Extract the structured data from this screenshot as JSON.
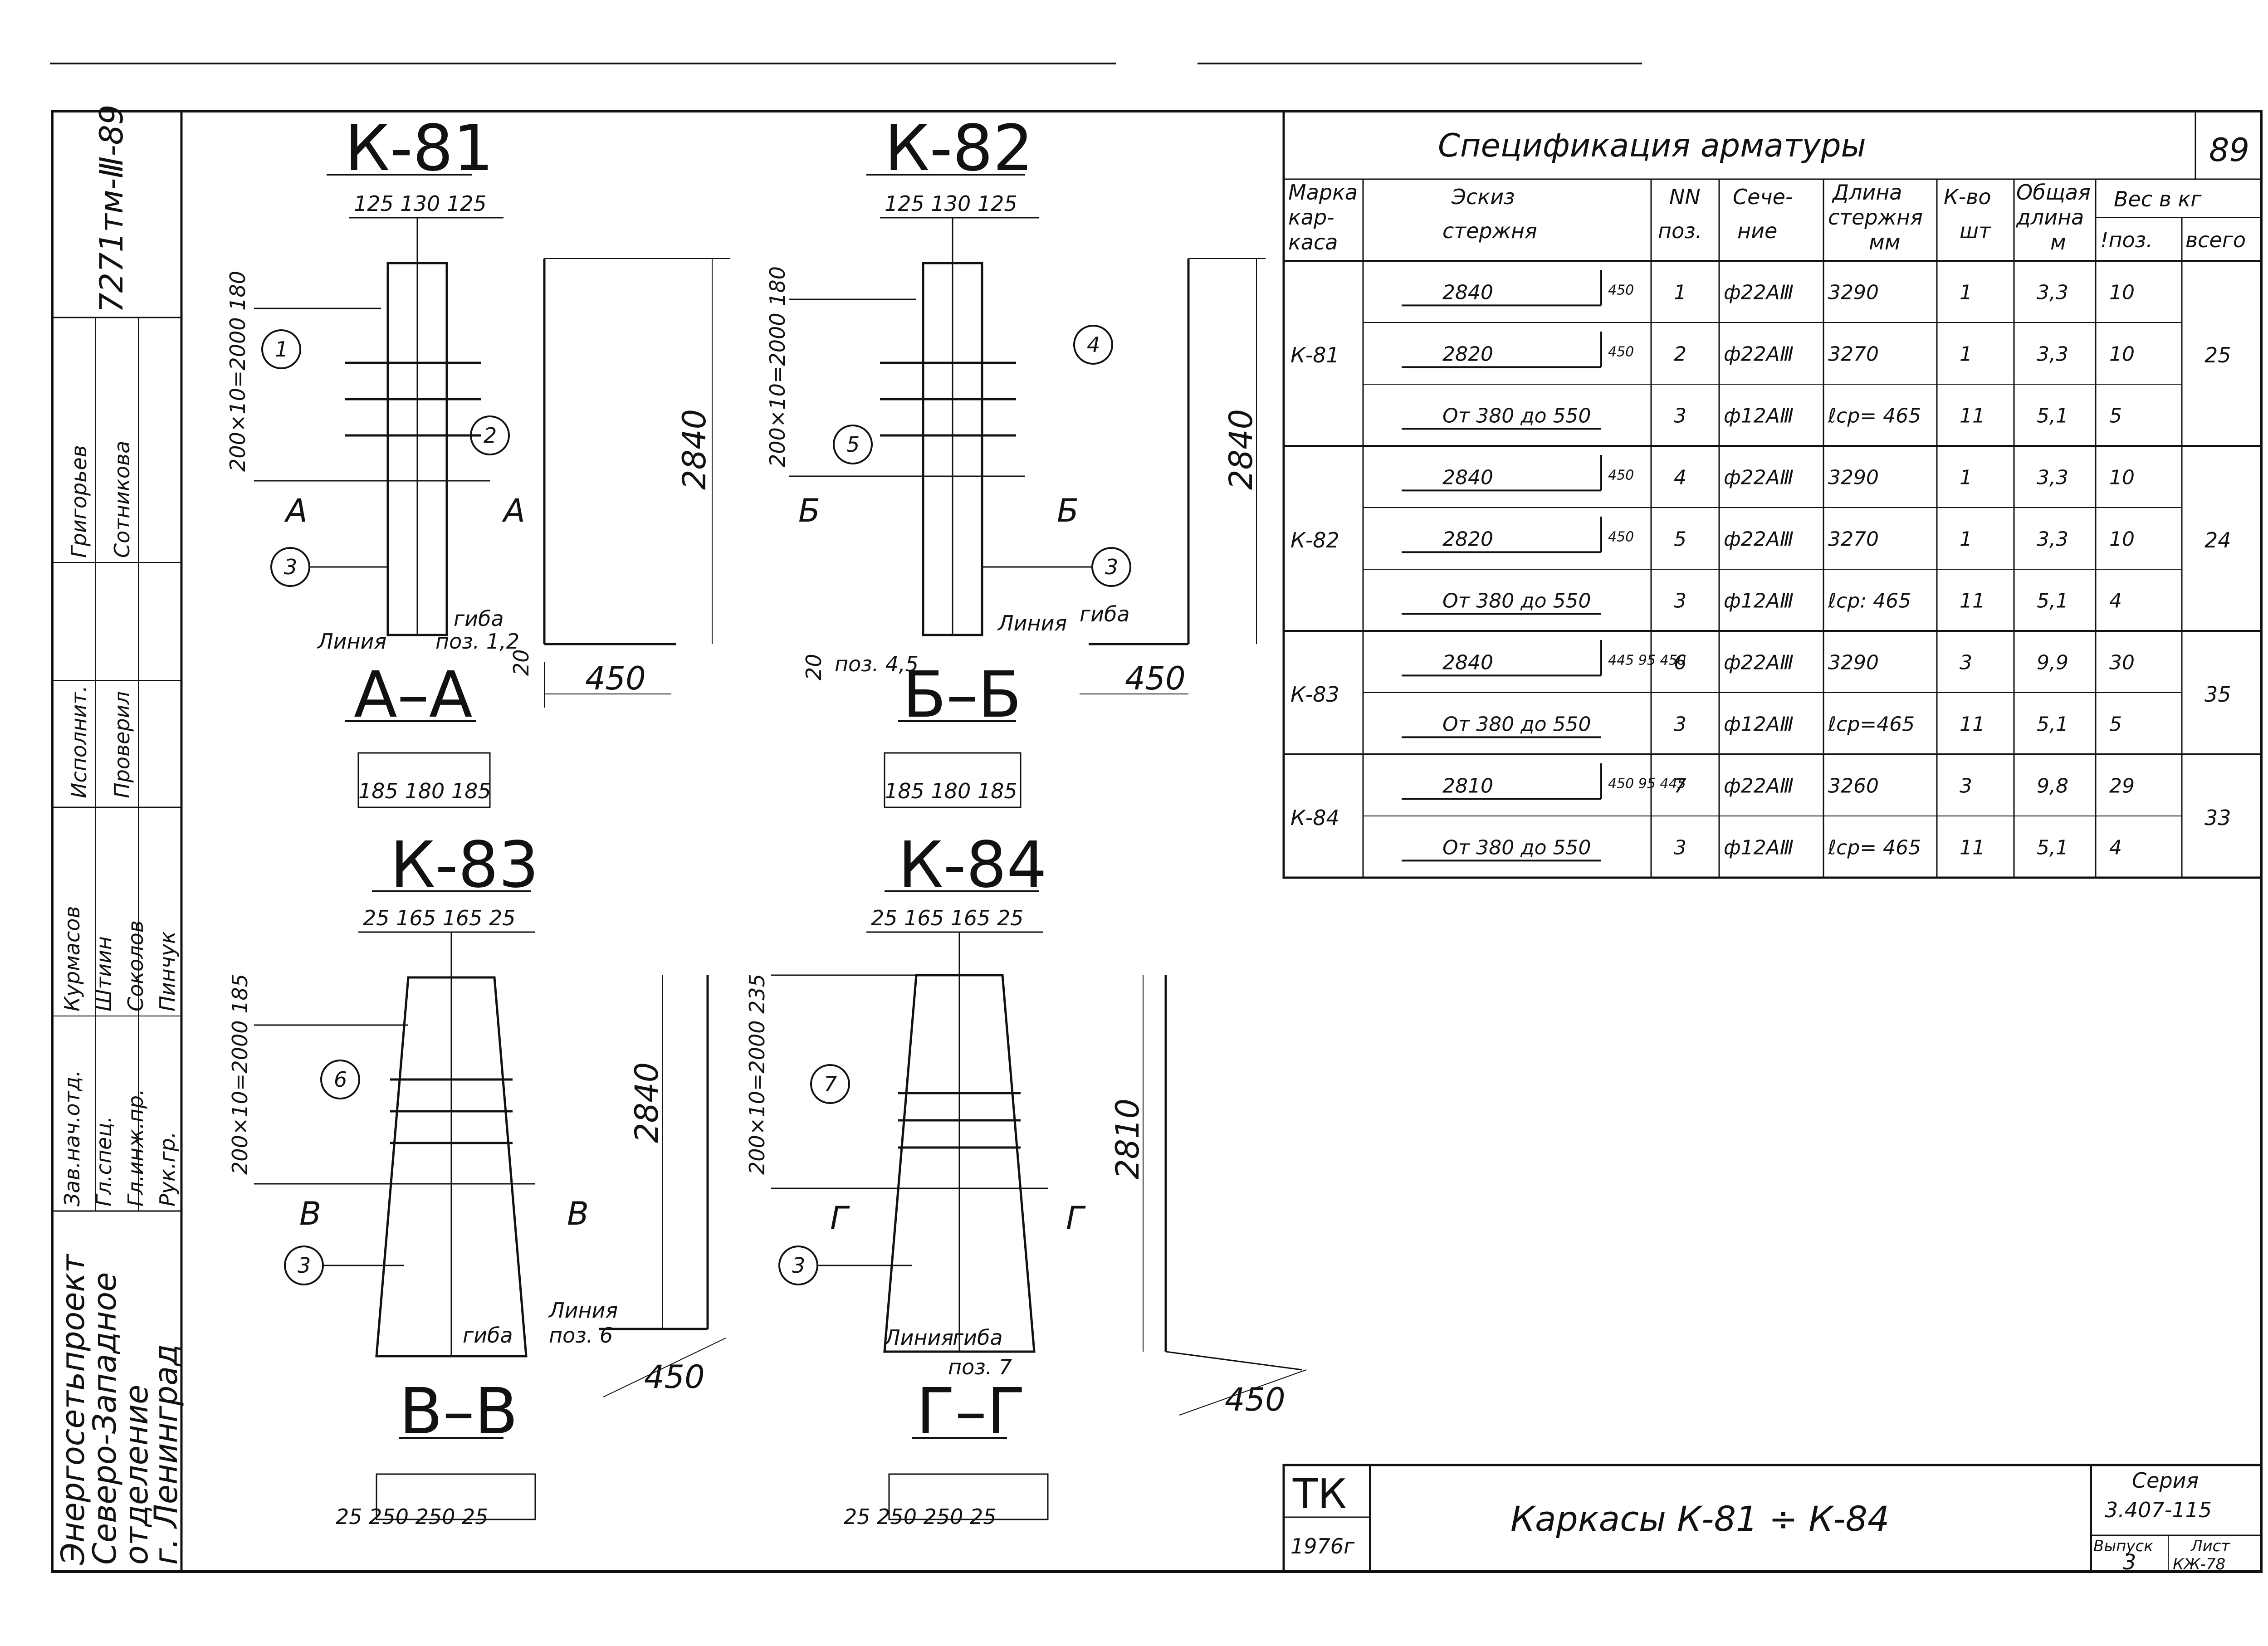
{
  "doc_code": "7271тм-Ⅲ-89",
  "sheet_number": "89",
  "spec": {
    "title": "Спецификация арматуры",
    "headers": {
      "mark": [
        "Марка",
        "кар-",
        "каса"
      ],
      "sketch": [
        "Эскиз",
        "стержня"
      ],
      "pos": [
        "NN",
        "поз."
      ],
      "section": [
        "Сече-",
        "ние"
      ],
      "length": [
        "Длина",
        "стержня",
        "мм"
      ],
      "qty": [
        "К-во",
        "шт"
      ],
      "total_len": [
        "Общая",
        "длина",
        "м"
      ],
      "weight": "Вес в кг",
      "weight_pos": "!поз.",
      "weight_all": "всего"
    },
    "rows": [
      {
        "sketch": "2840",
        "hook": "450",
        "pos": "1",
        "section": "ф22АⅢ",
        "length": "3290",
        "qty": "1",
        "total": "3,3",
        "w": "10"
      },
      {
        "sketch": "2820",
        "hook": "450",
        "pos": "2",
        "section": "ф22АⅢ",
        "length": "3270",
        "qty": "1",
        "total": "3,3",
        "w": "10"
      },
      {
        "sketch": "От 380 до 550",
        "hook": "",
        "pos": "3",
        "section": "ф12АⅢ",
        "length": "ℓср= 465",
        "qty": "11",
        "total": "5,1",
        "w": "5"
      },
      {
        "sketch": "2840",
        "hook": "450",
        "pos": "4",
        "section": "ф22АⅢ",
        "length": "3290",
        "qty": "1",
        "total": "3,3",
        "w": "10"
      },
      {
        "sketch": "2820",
        "hook": "450",
        "pos": "5",
        "section": "ф22АⅢ",
        "length": "3270",
        "qty": "1",
        "total": "3,3",
        "w": "10"
      },
      {
        "sketch": "От 380 до 550",
        "hook": "",
        "pos": "3",
        "section": "ф12АⅢ",
        "length": "ℓср: 465",
        "qty": "11",
        "total": "5,1",
        "w": "4"
      },
      {
        "sketch": "2840",
        "hook": "445 95 450",
        "pos": "6",
        "section": "ф22АⅢ",
        "length": "3290",
        "qty": "3",
        "total": "9,9",
        "w": "30"
      },
      {
        "sketch": "От 380 до 550",
        "hook": "",
        "pos": "3",
        "section": "ф12АⅢ",
        "length": "ℓср=465",
        "qty": "11",
        "total": "5,1",
        "w": "5"
      },
      {
        "sketch": "2810",
        "hook": "450 95 445",
        "pos": "7",
        "section": "ф22АⅢ",
        "length": "3260",
        "qty": "3",
        "total": "9,8",
        "w": "29"
      },
      {
        "sketch": "От 380 до 550",
        "hook": "",
        "pos": "3",
        "section": "ф12АⅢ",
        "length": "ℓср= 465",
        "qty": "11",
        "total": "5,1",
        "w": "4"
      }
    ],
    "groups": [
      {
        "mark": "К-81",
        "total": "25"
      },
      {
        "mark": "К-82",
        "total": "24"
      },
      {
        "mark": "К-83",
        "total": "35"
      },
      {
        "mark": "К-84",
        "total": "33"
      }
    ]
  },
  "frames": {
    "k81": {
      "title": "К-81",
      "top_dims": "125  130  125",
      "vertical": "200×10=2000  180",
      "height": "2840",
      "callouts": [
        "1",
        "2",
        "3"
      ],
      "section_marks": [
        "А",
        "А"
      ],
      "bend": [
        "Линия",
        "гиба",
        "поз. 1,2"
      ],
      "bottom": "450",
      "small": "20",
      "section_title": "А–А",
      "section_dims": "185 180 185"
    },
    "k82": {
      "title": "К-82",
      "top_dims": "125  130  125",
      "vertical": "200×10=2000  180",
      "height": "2840",
      "callouts": [
        "4",
        "5",
        "3"
      ],
      "section_marks": [
        "Б",
        "Б"
      ],
      "bend": [
        "Линия",
        "гиба",
        "поз. 4,5"
      ],
      "bottom": "450",
      "small": "20",
      "section_title": "Б–Б",
      "section_dims": "185 180 185"
    },
    "k83": {
      "title": "К-83",
      "top_dims": "25  165  165  25",
      "vertical": "200×10=2000  185",
      "height": "2840",
      "callouts": [
        "6",
        "3"
      ],
      "section_marks": [
        "В",
        "В"
      ],
      "bend": [
        "Линия",
        "гиба",
        "поз. 6"
      ],
      "bottom": "450",
      "section_title": "В–В",
      "section_dims": "25  250  250  25"
    },
    "k84": {
      "title": "К-84",
      "top_dims": "25  165  165  25",
      "vertical": "200×10=2000  235",
      "height": "2810",
      "callouts": [
        "7",
        "3"
      ],
      "section_marks": [
        "Г",
        "Г"
      ],
      "bend": [
        "Линия",
        "гиба",
        "поз. 7"
      ],
      "bottom": "450",
      "section_title": "Г–Г",
      "section_dims": "25  250  250  25"
    }
  },
  "stamp": {
    "org": [
      "Энергосетьпроект",
      "Северо-Западное",
      "отделение",
      "г. Ленинград"
    ],
    "roles": [
      "Зав.нач.отд.",
      "Гл.спец.",
      "Гл.инж.пр.",
      "Рук.гр."
    ],
    "names": [
      "Курмасов",
      "Штиин",
      "Соколов",
      "Пинчук"
    ],
    "roles2": [
      "Исполнит.",
      "Проверил"
    ],
    "names2": [
      "Григорьев",
      "Сотникова"
    ]
  },
  "title_block": {
    "tk": "ТК",
    "year": "1976г",
    "caption": "Каркасы К-81 ÷ К-84",
    "series_label": "Серия",
    "series": "3.407-115",
    "issue_label": "Выпуск",
    "issue": "3",
    "sheet_label": "Лист",
    "sheet": "КЖ-78"
  }
}
